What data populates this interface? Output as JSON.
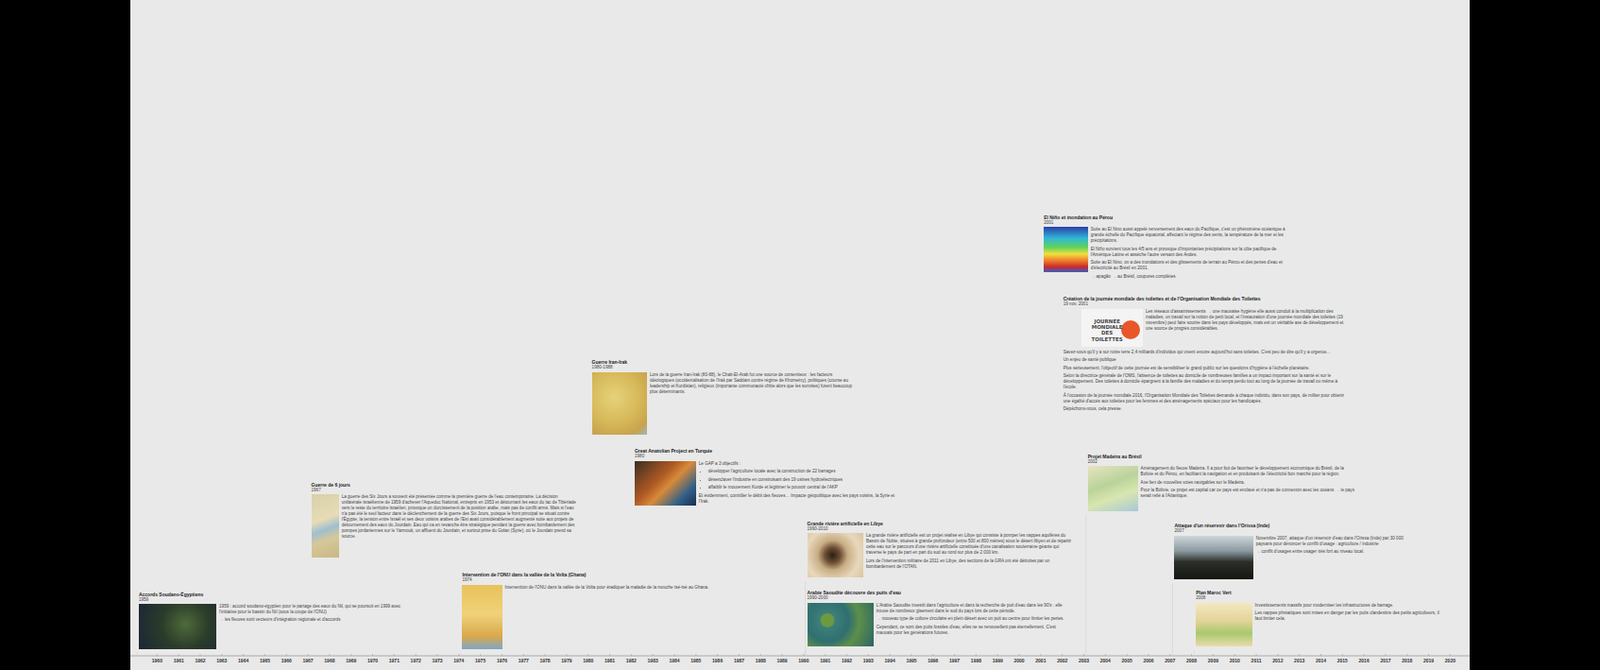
{
  "diagram": {
    "nodes": [
      {
        "text": [
          "Accords Soudano-Égyptiens",
          "1959",
          "1959 : accord soudano-égyptien pour le partage des eaux du Nil, qui se poursuit en 1999 avec l'initiative pour le bassin du Nil (sous la coupe de l'ONU)",
          "→ les fleuves sont vecteurs d'intégration régionale et d'accords"
        ]
      },
      {
        "text": [
          "Guerre de 6 jours",
          "1967",
          "La guerre des Six Jours a souvent été présentée comme la première guerre de l'eau contemporaine. La décision unilatérale israélienne de 1959 d'achever l'Aqueduc National, entrepris en 1953 et détournant les eaux du lac de Tibériade vers le reste du territoire israélien, provoque un durcissement de la position arabe, mais pas de conflit armé. Mais si l'eau n'a pas été le seul facteur dans le déclenchement de la guerre des Six Jours, puisque le front principal se situait contre l'Égypte, la tension entre Israël et ses deux voisins arabes de l'Est avait considérablement augmenté suite aux projets de détournement des eaux du Jourdain. Eau qui va en revanche être stratégique pendant la guerre avec bombardement des pompes jordaniennes sur le Yarmouk, un affluent du Jourdain, et surtout prise du Golan (Syrie), où le Jourdain prend sa source."
        ]
      },
      {
        "text": [
          "Intervention de l'ONU dans la vallée de la Volta (Ghana)",
          "1974",
          "Intervention de l'ONU dans la vallée de la Volta pour éradiquer la maladie de la mouche tsé-tsé au Ghana."
        ]
      },
      {
        "text": [
          "Guerre Iran-Irak",
          "1980-1988",
          "Lors de la guerre Iran-Irak (80-88), le Chatt-El-Arab fut une source de contentieux : les facteurs idéologiques (occidentalisation de l'Irak par Saddam contre régime de Khomeiny), politiques (course au leadership et Kurdistan), religieux (importante communauté chiite alors que les sunnites) furent beaucoup plus déterminants."
        ]
      },
      {
        "text": [
          "Great Anatolian Project en Turquie",
          "1980",
          "Le GAP a 3 objectifs :",
          "développer l'agriculture locale avec la construction de 22 barrages",
          "désenclaver l'industrie en construisant des 19 usines hydroélectriques",
          "affaiblir le mouvement Kurde et légitimer le pouvoir central de l'AKP",
          "Et évidemment, contrôler le débit des fleuves… Impacte géopolitique avec les pays voisins, la Syrie et l'Irak."
        ]
      },
      {
        "text": [
          "Grande rivière artificielle en Libye",
          "1990-2010",
          "La grande rivière artificielle est un projet réalisé en Libye qui consiste à pomper les nappes aquifères du Bassin de Nubie, situées à grande profondeur (entre 500 et 800 mètres) sous le désert libyen et de répartir cette eau sur le parcours d'une rivière artificielle constituée d'une canalisation souterraine géante qui traverse le pays de part en part du sud au nord sur plus de 2 000 km.",
          "Lors de l'intervention militaire de 2011 en Libye, des sections de la GRA ont été détruites par un bombardement de l'OTAN."
        ]
      },
      {
        "text": [
          "Arabie Saoudite découvre des puits d'eau",
          "1990-2000",
          "L'Arabie Saoudite investit dans l'agriculture et dans la recherche de puit d'eau dans les 90's : elle trouve de nombreux gisement dans le sud du pays lors de cette période.",
          "→ nouveau type de culture circulaire en plein désert avec un puit au centre pour limiter les pertes.",
          "Cependant, ce sont des puits fossiles d'eau, elles ne se renouvellent pas éternellement. C'est mauvais pour les générations futures."
        ]
      },
      {
        "text": [
          "El Niño et inondation au Pérou",
          "2001",
          "Suite au El Nino aussi appelé renversement des eaux du Pacifique, c'est un phénomène océanique à grande échelle du Pacifique équatorial, affectant le régime des vents, la température de la mer et les précipitations.",
          "El Niño survient tous les 4/5 ans et provoque d'importantes précipitations sur la côte pacifique de l'Amérique Latine et assèche l'autre versant des Andes.",
          "Suite au El Nino, on a des inondations et des glissements de terrain au Pérou et des pertes d'eau et d'électricité au Brésil en 2001.",
          "→ apagão → au Brésil, coupures complètes"
        ]
      },
      {
        "text": [
          "Création de la journée mondiale des toilettes et de l'Organisation Mondiale des Toilettes",
          "19 nov. 2001",
          "Les réseaux d'assainissements → une mauvaise hygiène elle aussi conduit à la multiplication des maladies, un travail sur la notion de petit local, et l'instauration d'une journée mondiale des toilettes (19 novembre) peut faire sourire dans les pays développés, mais est un véritable axe de développement et une source de progrès considérables.",
          "Savez-vous qu'il y a sur notre terre 2,4 milliards d'individus qui vivent encore aujourd'hui sans toilettes. C'est peu de dire qu'il y a urgence...",
          "Un enjeu de santé publique",
          "Plus sérieusement, l'objectif de cette journée est de sensibiliser le grand public sur les questions d'hygiène à l'échelle planétaire.",
          "Selon la directrice générale de l'OMS, l'absence de toilettes au domicile de nombreuses familles a un impact important sur la santé et sur le développement. Des toilettes à domicile épargnent à la famille des maladies et du temps perdu tout au long de la journée de travail ou même à l'école.",
          "À l'occasion de la journée mondiale 2016, l'Organisation Mondiale des Toilettes demande à chaque individu, dans son pays, de militer pour obtenir une égalité d'accès aux toilettes pour les femmes et des aménagements spéciaux pour les handicapés.",
          "Dépêchons-nous, cela presse."
        ]
      },
      {
        "text": [
          "Projet Madeira au Brésil",
          "2002",
          "Aménagement du fleuve Madeira. Il a pour but de favoriser le développement économique du Brésil, de la Bolivie et du Pérou, en facilitant la navigation et en produisant de l'électricité bon marché pour la région.",
          "Axe lien de nouvelles voies navigables sur le Madeira.",
          "Pour la Bolivie, ce projet est capital car ce pays est enclavé et n'a pas de connexion avec les océans → le pays serait relié à l'Atlantique."
        ]
      },
      {
        "text": [
          "Attaque d'un réservoir dans l'Orissa (Inde)",
          "2007",
          "Novembre 2007, attaque d'un réservoir d'eau dans l'Orissa (Inde) par 30 000 paysans pour dénoncer le conflit d'usage : agriculture / industrie",
          "→ conflit d'usages entre usager très fort au niveau local."
        ]
      },
      {
        "text": [
          "Plan Maroc Vert",
          "2008",
          "Investissements massifs pour moderniser les infrastructures de barrage.",
          "Les nappes phréatiques sont mises en danger par les puits clandestins des petits agriculteurs, il faut limiter cela."
        ]
      }
    ],
    "labels": [
      "JOURNÉE MONDIALE DES TOILETTES",
      "1960",
      "1961",
      "1962",
      "1963",
      "1964",
      "1965",
      "1966",
      "1967",
      "1968",
      "1969",
      "1970",
      "1971",
      "1972",
      "1973",
      "1974",
      "1975",
      "1976",
      "1977",
      "1978",
      "1979",
      "1980",
      "1981",
      "1982",
      "1983",
      "1984",
      "1985",
      "1986",
      "1987",
      "1988",
      "1989",
      "1990",
      "1991",
      "1992",
      "1993",
      "1994",
      "1995",
      "1996",
      "1997",
      "1998",
      "1999",
      "2000",
      "2001",
      "2002",
      "2003",
      "2004",
      "2005",
      "2006",
      "2007",
      "2008",
      "2009",
      "2010",
      "2011",
      "2012",
      "2013",
      "2014",
      "2015",
      "2016",
      "2017",
      "2018",
      "2019",
      "2020"
    ]
  }
}
